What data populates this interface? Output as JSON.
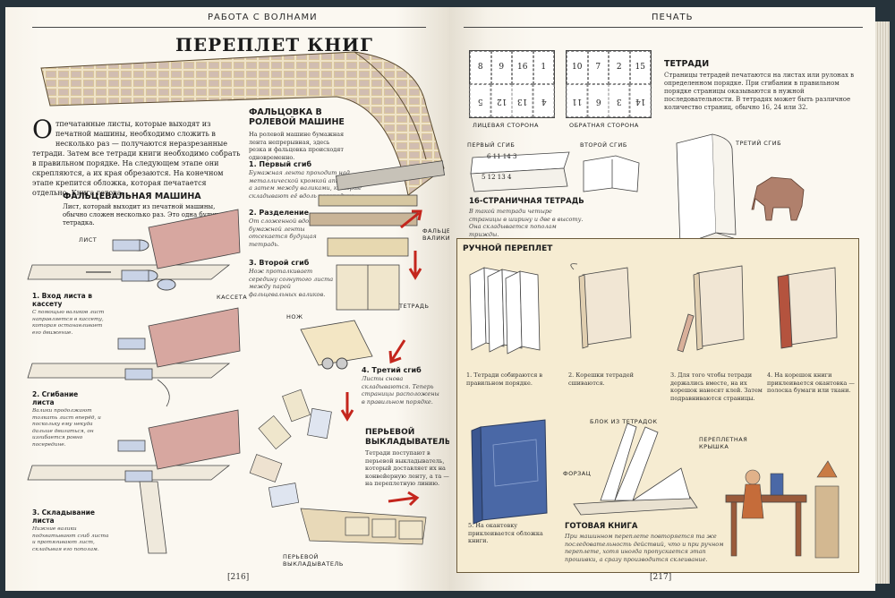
{
  "left_page": {
    "running_head": "РАБОТА С ВОЛНАМИ",
    "title": "ПЕРЕПЛЕТ КНИГ",
    "intro_dropcap": "О",
    "intro": "тпечатанные листы, которые выходят из печатной машины, необходимо сложить в несколько раз — получаются неразрезанные тетради. Затем все тетради книги необходимо собрать в правильном порядке. На следующем этапе они скрепляются, а их края обрезаются. На конечном этапе крепится обложка, которая печатается отдельно. Книга готова.",
    "folding_machine": {
      "heading": "ФАЛЬЦЕВАЛЬНАЯ МАШИНА",
      "text": "Лист, который выходит из печатной машины, обычно сложен несколько раз. Это одна будущая тетрадка.",
      "label_sheet": "ЛИСТ",
      "label_cassette": "КАССЕТА",
      "step1_title": "1. Вход листа в кассету",
      "step1_text": "С помощью валиков лист направляется в кассету, которая останавливает его движение.",
      "step2_title": "2. Сгибание листа",
      "step2_text": "Валики продолжают толкать лист вперёд, и поскольку ему некуда дальше двигаться, он изгибается ровно посередине.",
      "step3_title": "3. Складывание листа",
      "step3_text": "Нижние валики подхватывают сгиб листа и протягивают лист, складывая его пополам."
    },
    "roll_machine": {
      "heading": "ФАЛЬЦОВКА В РОЛЕВОЙ МАШИНЕ",
      "text": "На ролевой машине бумажная лента непрерывная, здесь резка и фальцовка происходят одновременно.",
      "step1_title": "1. Первый сгиб",
      "step1_text": "Бумажная лента проходит над металлической кромкой аппарата, а затем между валиками, которые складывают её вдоль посередине.",
      "step2_title": "2. Разделение",
      "step2_text": "От сложенной вдоль бумажной ленты отсекается будущая тетрадь.",
      "step3_title": "3. Второй сгиб",
      "step3_text": "Нож проталкивает середину согнутого листа между парой фальцевальных валиков.",
      "step4_title": "4. Третий сгиб",
      "step4_text": "Листы снова складываются. Теперь страницы расположены в правильном порядке.",
      "label_rollers": "ФАЛЬЦЕВЫЕ ВАЛИКИ",
      "label_notebook": "ТЕТРАДЬ",
      "label_knife": "НОЖ"
    },
    "feather_unloader": {
      "heading": "ПЕРЬЕВОЙ ВЫКЛАДЫВАТЕЛЬ",
      "text": "Тетради поступают в перьевой выкладыватель, который доставляет их на конвейерную ленту, а та — на переплетную линию.",
      "label": "ПЕРЬЕВОЙ ВЫКЛАДЫВАТЕЛЬ"
    },
    "page_number": "[216]"
  },
  "right_page": {
    "running_head": "ПЕЧАТЬ",
    "sheet_front": [
      "8",
      "9",
      "16",
      "1",
      "5",
      "12",
      "13",
      "4"
    ],
    "sheet_back": [
      "10",
      "7",
      "2",
      "15",
      "11",
      "6",
      "3",
      "14"
    ],
    "label_face": "ЛИЦЕВАЯ СТОРОНА",
    "label_back": "ОБРАТНАЯ СТОРОНА",
    "label_fold1": "ПЕРВЫЙ СГИБ",
    "label_fold2": "ВТОРОЙ СГИБ",
    "label_fold3": "ТРЕТИЙ СГИБ",
    "fold1_numbers": "6 11 14 3",
    "fold1_numbers_low": "5 12 13 4",
    "notebooks": {
      "heading": "ТЕТРАДИ",
      "text": "Страницы тетрадей печатаются на листах или рулонах в определенном порядке. При сгибании в правильном порядке страницы оказываются в нужной последовательности. В тетрадях может быть различное количество страниц, обычно 16, 24 или 32."
    },
    "sixteen": {
      "heading": "16-СТРАНИЧНАЯ ТЕТРАДЬ",
      "text": "В такой тетради четыре страницы в ширину и две в высоту. Она складывается пополам трижды."
    },
    "hand_binding": {
      "heading": "РУЧНОЙ ПЕРЕПЛЕТ",
      "step1": "1. Тетради собираются в правильном порядке.",
      "step2": "2. Корешки тетрадей сшиваются.",
      "step3": "3. Для того чтобы тетради держались вместе, на их корешок наносят клей. Затем подравниваются страницы.",
      "step4": "4. На корешок книги приклеивается окантовка — полоска бумаги или ткани.",
      "step5": "5. На окантовку приклеивается обложка книги.",
      "label_block": "БЛОК ИЗ ТЕТРАДОК",
      "label_cover": "ПЕРЕПЛЕТНАЯ КРЫШКА",
      "label_endpaper": "ФОРЗАЦ",
      "ready_heading": "ГОТОВАЯ КНИГА",
      "ready_text": "При машинном переплете повторяется та же последовательность действий, что и при ручном переплете, хотя иногда пропускается этап прошивки, а сразу производится склеивание."
    },
    "page_number": "[217]"
  },
  "colors": {
    "paper": "#fbf8f1",
    "box": "#f6ecd2",
    "accent_red": "#c4261d",
    "cover_blue": "#4a68a6"
  }
}
